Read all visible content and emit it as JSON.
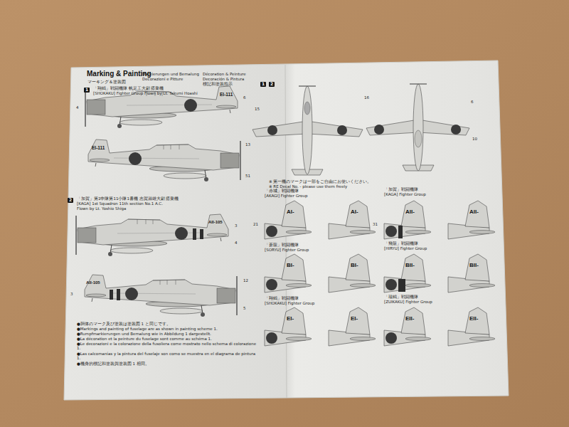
{
  "diagram": {
    "title": "Marking & Painting",
    "labels": [
      "マーキング＆塗装図",
      "Markierungen und Bemalung",
      "Décoration & Peinture",
      "Decorazioni e Pitture",
      "Decoración & Pintura",
      "標記和塗装指示",
      "1",
      "「翔鶴」戦闘機隊 帆足工大尉 搭乗機",
      "[SHOKAKU] Fighter Group Flown by Lt. Takumi Hoashi",
      "EI-111",
      "EI-111",
      "2",
      "「加賀」第1中隊第11小隊1番機 志賀淑雄大尉 搭乗機",
      "[KAGA] 1st Squadron 11th section No.1 A.C.",
      "Flown by Lt. Yoshio Shiga",
      "AII-105",
      "AII-105",
      "1",
      "2",
      "※ 第一機のマークは一部をご自由にお使いください。",
      "※ RE Decal No. - please use them freely",
      "「赤城」戦闘機隊",
      "[AKAGI] Fighter Group",
      "「加賀」戦闘機隊",
      "[KAGA] Fighter Group",
      "「蒼龍」戦闘機隊",
      "[SORYU] Fighter Group",
      "「飛龍」戦闘機隊",
      "[HIRYU] Fighter Group",
      "「翔鶴」戦闘機隊",
      "[SHOKAKU] Fighter Group",
      "「瑞鶴」戦闘機隊",
      "[ZUIKAKU] Fighter Group",
      "AI-",
      "AI-",
      "AII-",
      "AII-",
      "BI-",
      "BI-",
      "BII-",
      "BII-",
      "EI-",
      "EI-",
      "EII-",
      "EII-",
      "●胴体のマーク及び塗装は塗装図 1 と同じです。",
      "●Markings and painting of fuselage are as shown in painting scheme 1.",
      "●Rumpfmarkierungen und Bemalung wie in Abbildung 1 dargestellt.",
      "●La décoration et la peinture du fuselage sont comme au schéma 1.",
      "●Le decorazioni e la colorazione della fusoliera come mostrato nello schema di colorazione 1.",
      "●Las calcomanías y la pintura del fuselaje son como se muestra en el diagrama de pintura 1.",
      "●機身的標記和塗装與塗装図 1 相同。",
      "4",
      "6",
      "13",
      "51",
      "3",
      "4",
      "12",
      "5",
      "3",
      "15",
      "16",
      "6",
      "10",
      "21",
      "31"
    ]
  }
}
